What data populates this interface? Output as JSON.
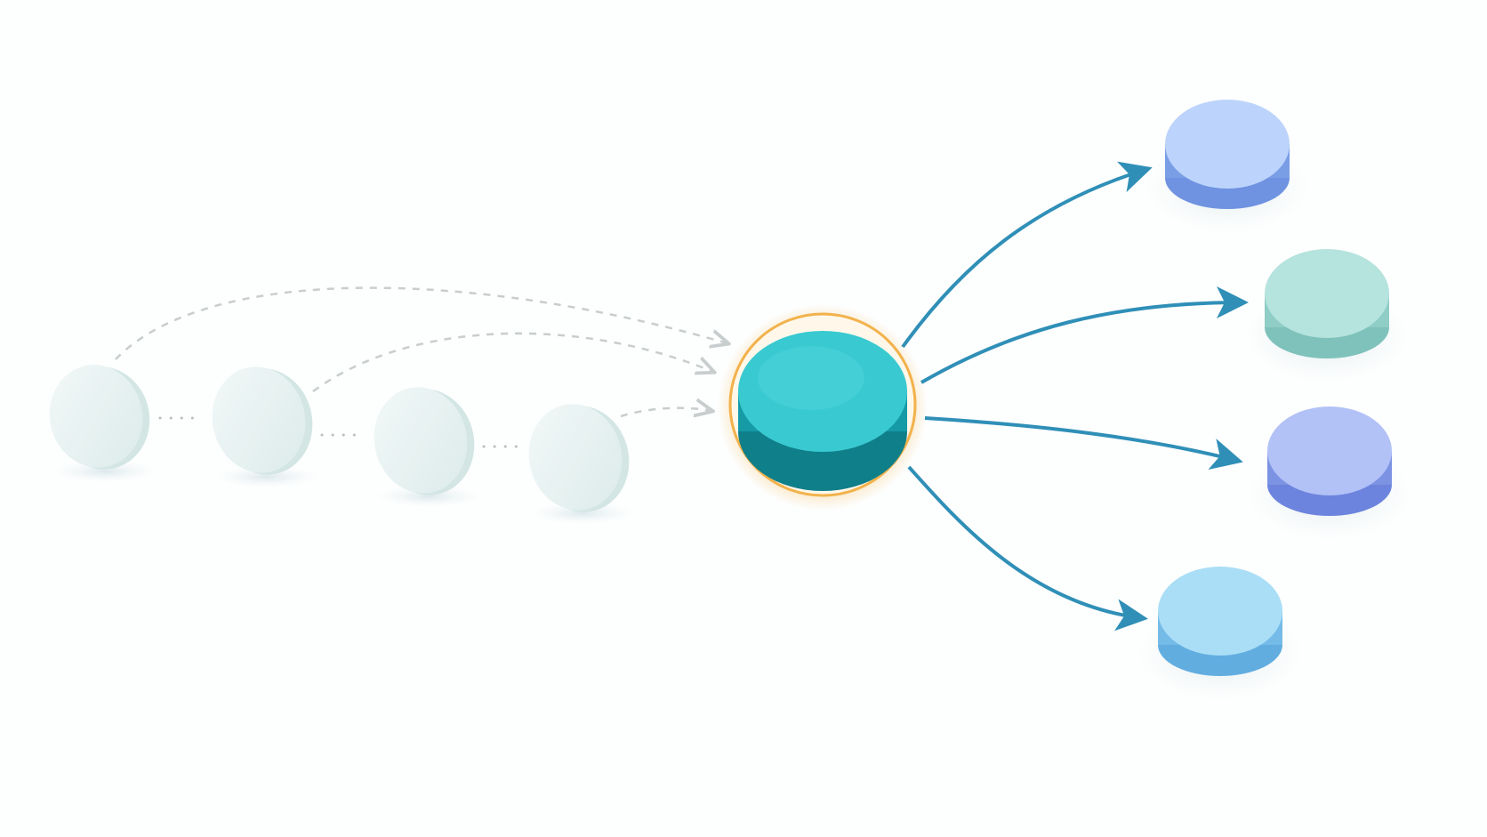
{
  "diagram": {
    "type": "fan-out flow",
    "colors": {
      "background": "#fdfefe",
      "input_disk": "#e7f2f1",
      "input_disk_rim": "#d3e6e4",
      "dashed_connector": "#c8cdce",
      "dotted_connector": "#b9bfc0",
      "hub_top": "#39c9d1",
      "hub_side": "#159aa6",
      "hub_glow": "#f5a623",
      "output_arrow": "#2f8fb7"
    },
    "inputs": [
      {
        "id": "input-1",
        "shape": "disk"
      },
      {
        "id": "input-2",
        "shape": "disk"
      },
      {
        "id": "input-3",
        "shape": "disk"
      },
      {
        "id": "input-4",
        "shape": "disk"
      }
    ],
    "hub": {
      "id": "hub",
      "shape": "cylinder",
      "highlighted": true
    },
    "outputs": [
      {
        "id": "output-1",
        "shape": "cylinder",
        "top": "#bcd4fb",
        "side": "#6f93e0"
      },
      {
        "id": "output-2",
        "shape": "cylinder",
        "top": "#b5e3dd",
        "side": "#7ec2bb"
      },
      {
        "id": "output-3",
        "shape": "cylinder",
        "top": "#b2c1f6",
        "side": "#6c84dd"
      },
      {
        "id": "output-4",
        "shape": "cylinder",
        "top": "#a9def6",
        "side": "#62ade0"
      }
    ],
    "edges": [
      {
        "from": "input-1",
        "to": "hub",
        "style": "dashed"
      },
      {
        "from": "input-2",
        "to": "hub",
        "style": "dashed"
      },
      {
        "from": "input-4",
        "to": "hub",
        "style": "dashed"
      },
      {
        "from": "input-1",
        "to": "input-2",
        "style": "dotted"
      },
      {
        "from": "input-2",
        "to": "input-3",
        "style": "dotted"
      },
      {
        "from": "input-3",
        "to": "input-4",
        "style": "dotted"
      },
      {
        "from": "hub",
        "to": "output-1",
        "style": "solid"
      },
      {
        "from": "hub",
        "to": "output-2",
        "style": "solid"
      },
      {
        "from": "hub",
        "to": "output-3",
        "style": "solid"
      },
      {
        "from": "hub",
        "to": "output-4",
        "style": "solid"
      }
    ]
  }
}
